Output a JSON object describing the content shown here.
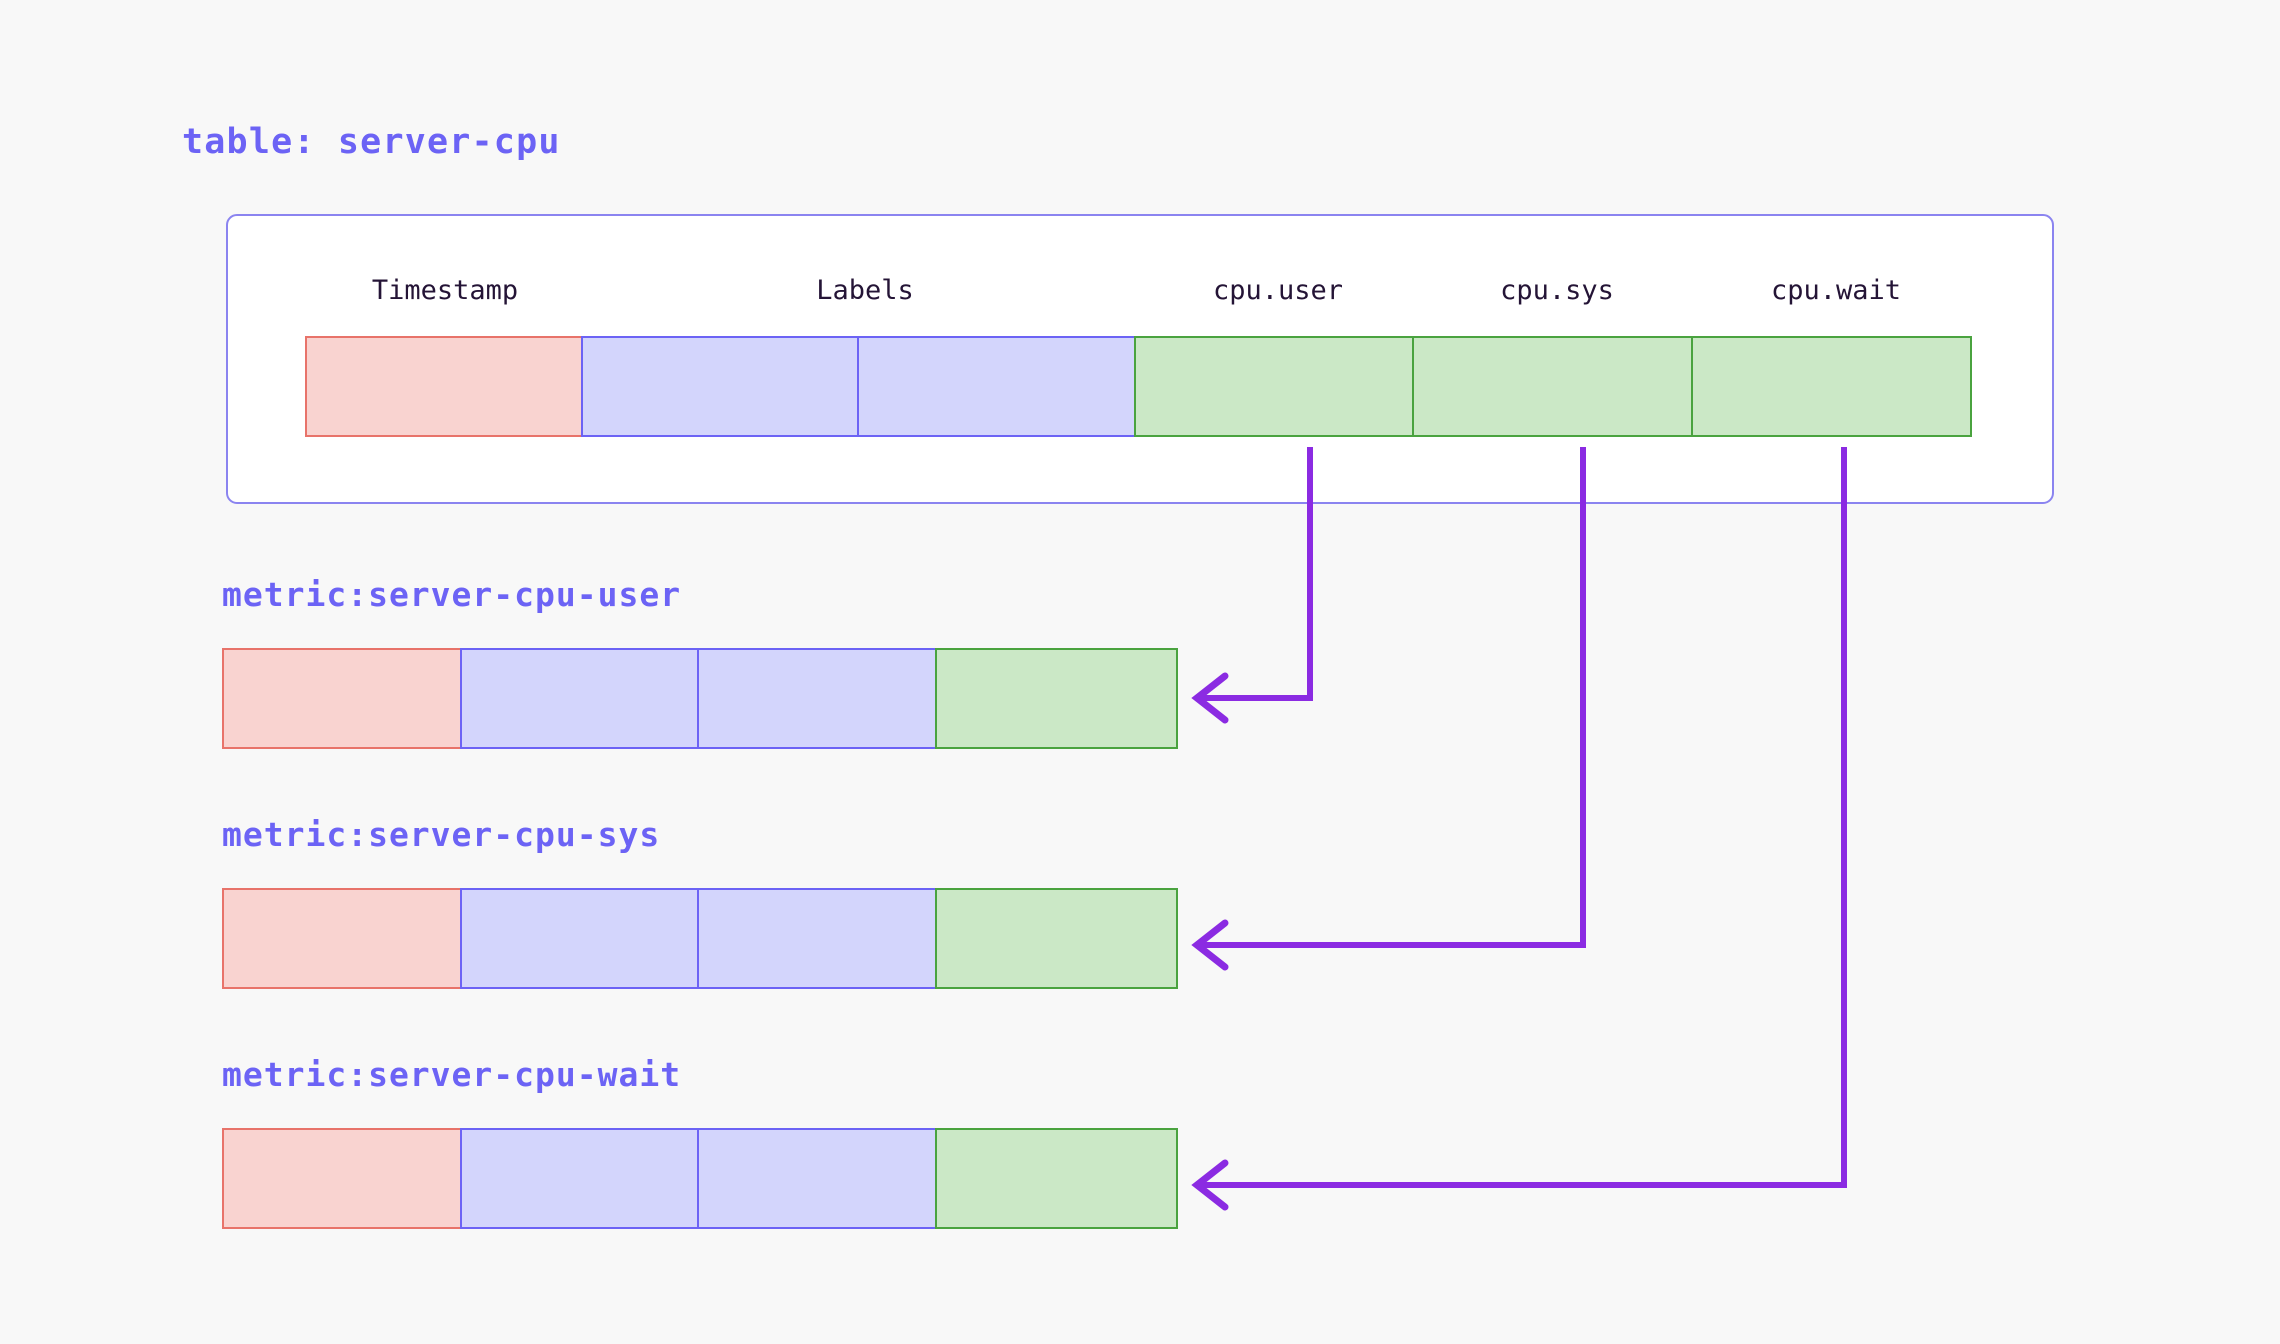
{
  "page": {
    "background_color": "#f8f8f8",
    "accent_color": "#6c63f5",
    "arrow_color": "#8b2be2"
  },
  "table_section": {
    "title": "table: server-cpu",
    "columns": [
      {
        "label": "Timestamp",
        "kind": "timestamp",
        "color": "pink"
      },
      {
        "label": "Labels",
        "kind": "label",
        "color": "blue"
      },
      {
        "label": "",
        "kind": "label",
        "color": "blue"
      },
      {
        "label": "cpu.user",
        "kind": "value",
        "color": "green"
      },
      {
        "label": "cpu.sys",
        "kind": "value",
        "color": "green"
      },
      {
        "label": "cpu.wait",
        "kind": "value",
        "color": "green"
      }
    ],
    "header_labels": [
      "Timestamp",
      "Labels",
      "cpu.user",
      "cpu.sys",
      "cpu.wait"
    ]
  },
  "metrics": [
    {
      "title": "metric:server-cpu-user",
      "source_column": "cpu.user",
      "cells": [
        "pink",
        "blue",
        "blue",
        "green"
      ]
    },
    {
      "title": "metric:server-cpu-sys",
      "source_column": "cpu.sys",
      "cells": [
        "pink",
        "blue",
        "blue",
        "green"
      ]
    },
    {
      "title": "metric:server-cpu-wait",
      "source_column": "cpu.wait",
      "cells": [
        "pink",
        "blue",
        "blue",
        "green"
      ]
    }
  ],
  "colors": {
    "pink_fill": "#f9d3d0",
    "pink_border": "#e8736a",
    "blue_fill": "#d3d5fc",
    "blue_border": "#6c63f5",
    "green_fill": "#cbe8c6",
    "green_border": "#4aa33f",
    "panel_border": "#8b84f0",
    "header_text": "#241436"
  }
}
